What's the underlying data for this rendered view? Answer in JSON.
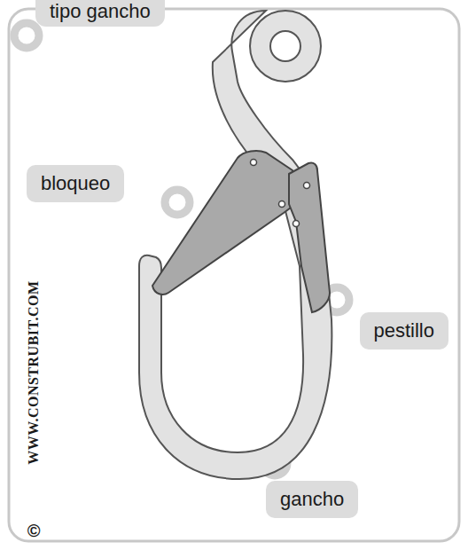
{
  "diagram": {
    "title": "tipo gancho",
    "labels": [
      "bloqueo",
      "pestillo",
      "gancho",
      "WWW.CONSTRUBIT.COM",
      "©"
    ]
  }
}
